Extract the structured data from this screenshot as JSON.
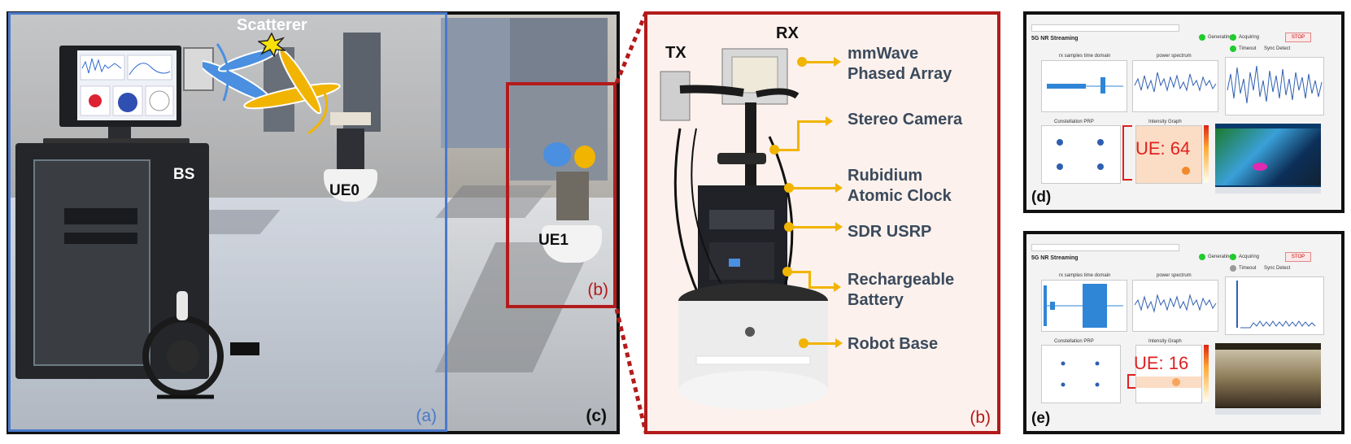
{
  "panel_c": {
    "tag": "(c)"
  },
  "panel_a": {
    "tag": "(a)",
    "labels": {
      "scatterer": "Scatterer",
      "bs": "BS",
      "ue0": "UE0"
    }
  },
  "panel_b_small": {
    "tag": "(b)",
    "ue1": "UE1"
  },
  "panel_b": {
    "tag": "(b)",
    "tx": "TX",
    "rx": "RX",
    "components": [
      {
        "line1": "mmWave",
        "line2": "Phased Array"
      },
      {
        "line1": "Stereo Camera",
        "line2": ""
      },
      {
        "line1": "Rubidium",
        "line2": "Atomic Clock"
      },
      {
        "line1": "SDR USRP",
        "line2": ""
      },
      {
        "line1": "Rechargeable",
        "line2": "Battery"
      },
      {
        "line1": "Robot Base",
        "line2": ""
      }
    ]
  },
  "panel_d": {
    "tag": "(d)",
    "app_title": "5G NR Streaming",
    "ue_label": "UE: 64",
    "stop": "STOP",
    "status": [
      "Generating",
      "Acquiring",
      "Timeout",
      "Sync Detect"
    ],
    "plot_titles": [
      "rx samples time domain",
      "power spectrum",
      "",
      "Constellation PRP",
      "Intensity Graph",
      ""
    ]
  },
  "panel_e": {
    "tag": "(e)",
    "app_title": "5G NR Streaming",
    "ue_label": "UE: 16",
    "stop": "STOP",
    "status": [
      "Generating",
      "Acquiring",
      "Timeout",
      "Sync Detect"
    ],
    "plot_titles": [
      "rx samples time domain",
      "power spectrum",
      "",
      "Constellation PRP",
      "Intensity Graph",
      ""
    ]
  },
  "colors": {
    "blue_frame": "#4a79c9",
    "red_frame": "#b31b1b",
    "arrow": "#f1b400",
    "label_text": "#3b4a5c",
    "ue_text": "#e02020"
  }
}
